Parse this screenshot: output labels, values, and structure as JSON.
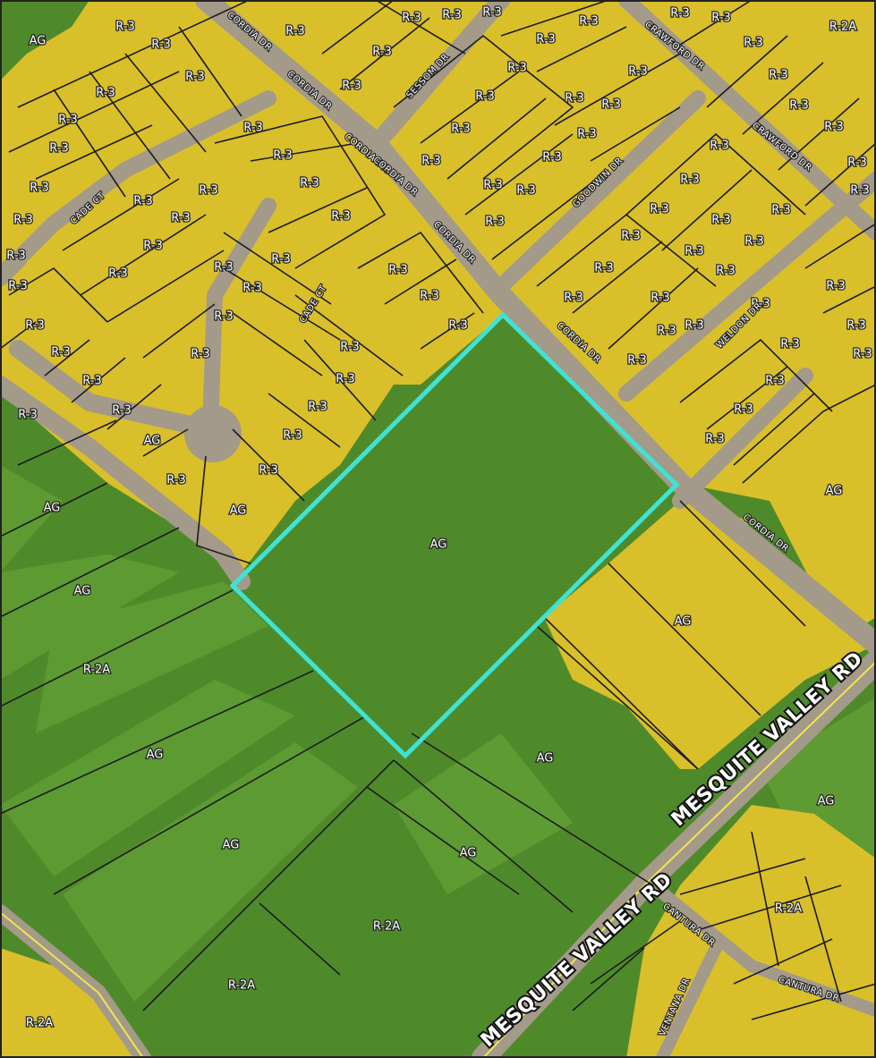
{
  "map": {
    "colors": {
      "agricultural": "#4f8a2a",
      "agricultural_light": "#6aa63a",
      "residential": "#d9bf2a",
      "road": "#a39a8a",
      "parcel_line": "#1c1c1c",
      "highlight": "#3fe3d6",
      "highway_line": "#f2e64d"
    },
    "icons": [
      "parcel-highlight-outline"
    ],
    "zone_labels": [
      "AG",
      "R-3",
      "R-3",
      "R-3",
      "R-3",
      "R-3",
      "R-3",
      "R-3",
      "R-3",
      "R-3",
      "R-3",
      "R-3",
      "R-3",
      "R-3",
      "R-2A",
      "R-3",
      "R-3",
      "R-3",
      "R-3",
      "R-3",
      "R-3",
      "R-3",
      "R-3",
      "R-3",
      "R-3",
      "R-3",
      "R-3",
      "R-3",
      "R-3",
      "R-3",
      "R-3",
      "R-3",
      "R-3",
      "R-3",
      "R-3",
      "R-3",
      "R-3",
      "R-3",
      "R-3",
      "R-3",
      "R-3",
      "R-3",
      "R-3",
      "R-3",
      "R-3",
      "R-3",
      "R-3",
      "R-3",
      "R-3",
      "R-3",
      "R-3",
      "R-3",
      "R-3",
      "R-3",
      "R-3",
      "R-3",
      "R-3",
      "R-3",
      "R-3",
      "R-3",
      "R-3",
      "R-3",
      "R-3",
      "R-3",
      "R-3",
      "R-3",
      "R-3",
      "R-3",
      "R-3",
      "R-3",
      "R-3",
      "R-3",
      "R-3",
      "R-3",
      "R-3",
      "R-3",
      "R-3",
      "R-3",
      "R-3",
      "R-3",
      "R-3",
      "R-3",
      "R-3",
      "R-3",
      "R-3",
      "R-3",
      "R-3",
      "R-3",
      "AG",
      "R-3",
      "R-3",
      "R-3",
      "AG",
      "AG",
      "AG",
      "AG",
      "AG",
      "R-2A",
      "AG",
      "AG",
      "AG",
      "AG",
      "AG",
      "AG",
      "R-2A",
      "R-2A",
      "R-2A",
      "R-2A"
    ],
    "street_labels": [
      "CORDIA DR",
      "CORDIA DR",
      "CORDIA DR",
      "CORDIA DR",
      "CORDIA DR",
      "CORDIA DR",
      "CORDIA DR",
      "SESSOM DR",
      "CRAWFORD DR",
      "CRAWFORD DR",
      "GOODWIN DR",
      "WELDON DR",
      "CADE CT",
      "CADE CT",
      "CANTURA DR",
      "CANTURA DR",
      "VENTANA DR"
    ],
    "highway_labels": [
      "MESQUITE VALLEY RD",
      "MESQUITE VALLEY RD"
    ]
  }
}
